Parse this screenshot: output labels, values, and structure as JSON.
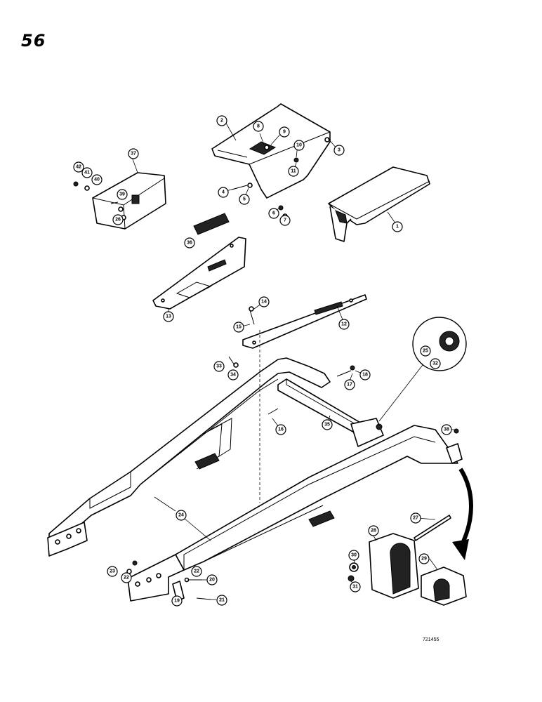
{
  "page": {
    "number": "56",
    "figure_code": "721455"
  },
  "callouts": [
    {
      "id": "c1",
      "label": "1"
    },
    {
      "id": "c2",
      "label": "2"
    },
    {
      "id": "c3",
      "label": "3"
    },
    {
      "id": "c4",
      "label": "4"
    },
    {
      "id": "c5",
      "label": "5"
    },
    {
      "id": "c6",
      "label": "6"
    },
    {
      "id": "c7",
      "label": "7"
    },
    {
      "id": "c8",
      "label": "8"
    },
    {
      "id": "c9",
      "label": "9"
    },
    {
      "id": "c10",
      "label": "10"
    },
    {
      "id": "c11",
      "label": "11"
    },
    {
      "id": "c12",
      "label": "12"
    },
    {
      "id": "c13",
      "label": "13"
    },
    {
      "id": "c14",
      "label": "14"
    },
    {
      "id": "c15",
      "label": "15"
    },
    {
      "id": "c16",
      "label": "16"
    },
    {
      "id": "c17",
      "label": "17"
    },
    {
      "id": "c18",
      "label": "18"
    },
    {
      "id": "c19",
      "label": "19"
    },
    {
      "id": "c20",
      "label": "20"
    },
    {
      "id": "c21",
      "label": "21"
    },
    {
      "id": "c22a",
      "label": "22"
    },
    {
      "id": "c22b",
      "label": "22"
    },
    {
      "id": "c23",
      "label": "23"
    },
    {
      "id": "c24",
      "label": "24"
    },
    {
      "id": "c25",
      "label": "25"
    },
    {
      "id": "c26",
      "label": "26"
    },
    {
      "id": "c27",
      "label": "27"
    },
    {
      "id": "c28",
      "label": "28"
    },
    {
      "id": "c29",
      "label": "29"
    },
    {
      "id": "c30",
      "label": "30"
    },
    {
      "id": "c31",
      "label": "31"
    },
    {
      "id": "c32",
      "label": "32"
    },
    {
      "id": "c33",
      "label": "33"
    },
    {
      "id": "c34",
      "label": "34"
    },
    {
      "id": "c35",
      "label": "35"
    },
    {
      "id": "c36",
      "label": "36"
    },
    {
      "id": "c37",
      "label": "37"
    },
    {
      "id": "c38",
      "label": "38"
    },
    {
      "id": "c39",
      "label": "39"
    },
    {
      "id": "c40",
      "label": "40"
    },
    {
      "id": "c41",
      "label": "41"
    },
    {
      "id": "c42",
      "label": "42"
    }
  ]
}
